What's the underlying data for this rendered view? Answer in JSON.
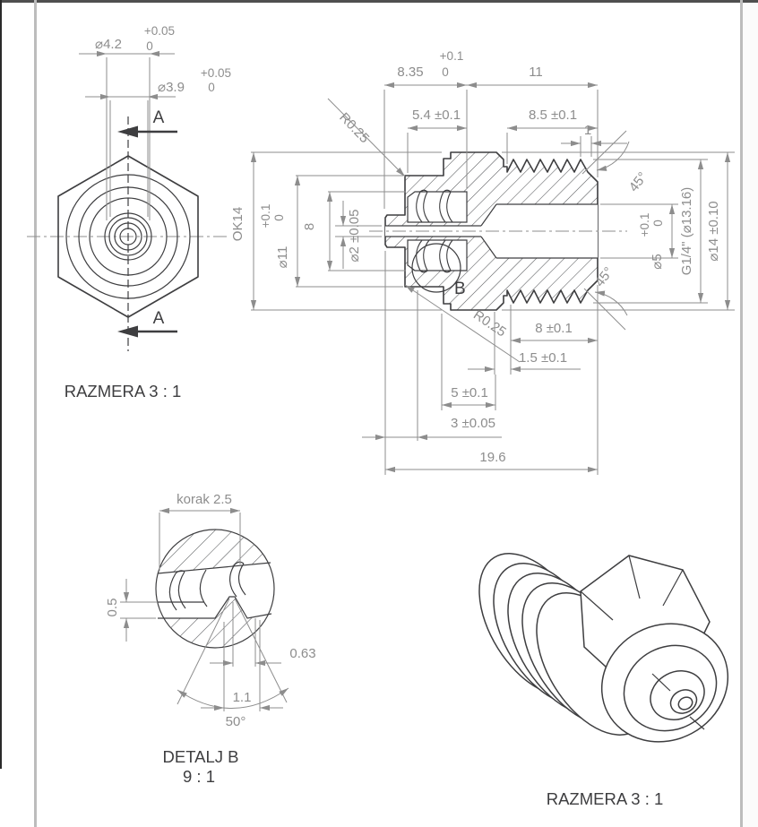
{
  "colors": {
    "dimension": "#8d8d8d",
    "line": "#3e3e40",
    "sheet_border": "#bcbcbc",
    "background": "#ffffff",
    "top_bar": "#4f4f4f"
  },
  "front_view": {
    "dim_dia_42": {
      "value": "⌀4.2",
      "tol_plus": "+0.05",
      "tol_zero": "0"
    },
    "dim_dia_39": {
      "value": "⌀3.9",
      "tol_plus": "+0.05",
      "tol_zero": "0"
    },
    "section_marker_top": "A",
    "section_marker_bottom": "A",
    "scale_label": "RAZMERA 3 : 1"
  },
  "section_view": {
    "dim_835": {
      "value": "8.35",
      "tol_plus": "+0.1",
      "tol_zero": "0"
    },
    "dim_11": "11",
    "dim_54": "5.4 ±0.1",
    "dim_85": "8.5 ±0.1",
    "dim_1": "1",
    "radius_top": "R0.25",
    "radius_bottom": "R0.25",
    "hex_size": "OK14",
    "dim_dia_11": {
      "value": "⌀11",
      "tol_plus": "+0.1",
      "tol_zero": "0"
    },
    "dim_8": "8",
    "dim_dia_2": "⌀2 ±0.05",
    "chamfer_top": "45°",
    "chamfer_bottom": "45°",
    "dim_dia_5": {
      "value": "⌀5",
      "tol_plus": "+0.1",
      "tol_zero": "0"
    },
    "thread": "G1/4\" (⌀13.16)",
    "dim_dia_14": "⌀14 ±0.10",
    "detail_marker": "B",
    "dim_8_01": "8 ±0.1",
    "dim_15": "1.5 ±0.1",
    "dim_5": "5 ±0.1",
    "dim_3": "3 ±0.05",
    "dim_total": "19.6"
  },
  "detail_view": {
    "pitch": "korak 2.5",
    "dim_05": "0.5",
    "dim_063": "0.63",
    "dim_11": "1.1",
    "angle": "50°",
    "title": "DETALJ B",
    "scale": "9 : 1"
  },
  "isometric_view": {
    "scale_label": "RAZMERA 3 : 1"
  }
}
